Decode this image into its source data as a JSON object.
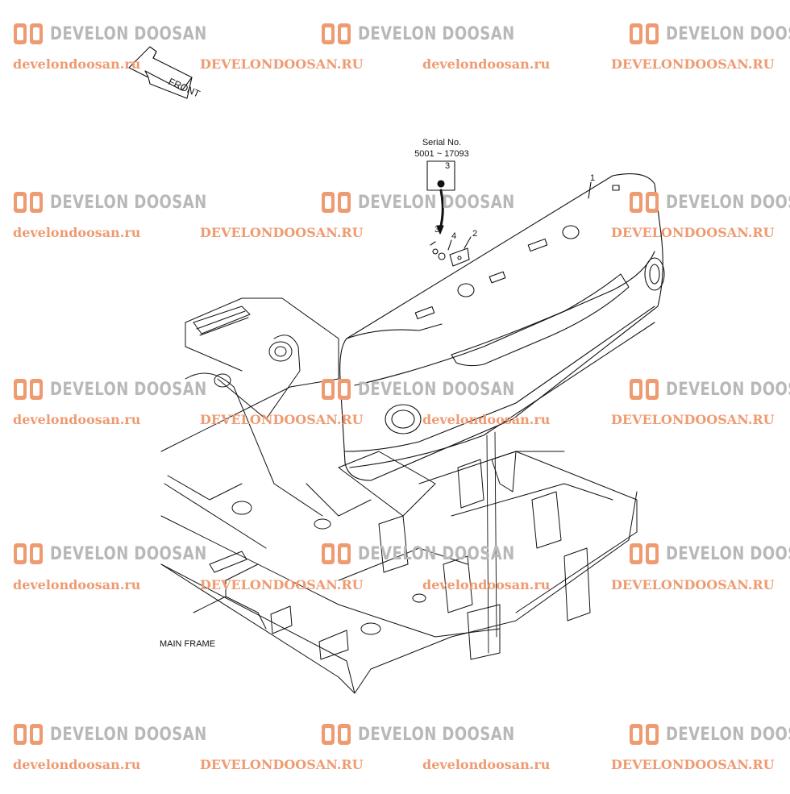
{
  "watermark": {
    "brand": "DEVELON DOOSAN",
    "brand_color": "#b8b8b8",
    "mark_color": "#ef9b72",
    "url_lower": "develondoosan.ru",
    "url_upper": "DEVELONDOOSAN.RU",
    "url_color": "#ef9b72"
  },
  "diagram": {
    "front_label": "FRONT",
    "serial_title": "Serial No.",
    "serial_range": "5001 ~ 17093",
    "callouts": {
      "part1": "1",
      "part2": "2",
      "part3_inset": "3",
      "part3": "3",
      "part4": "4"
    },
    "main_frame_label": "MAIN FRAME"
  }
}
